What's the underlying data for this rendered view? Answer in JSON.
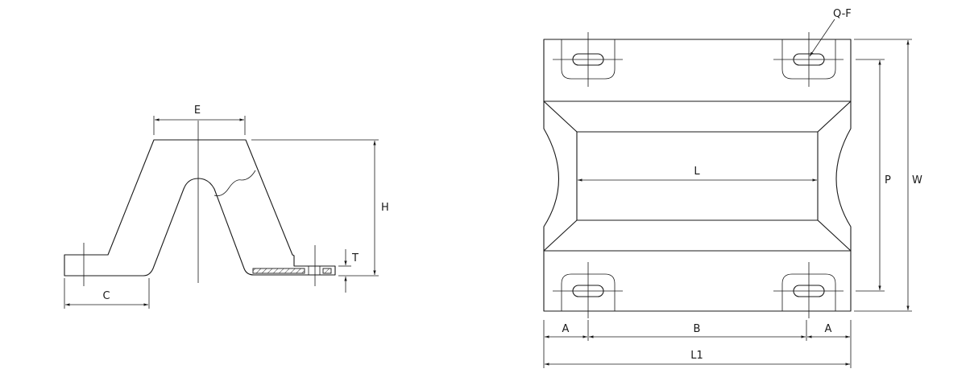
{
  "side_view": {
    "labels": {
      "E": "E",
      "H": "H",
      "T": "T",
      "C": "C"
    }
  },
  "front_view": {
    "labels": {
      "Q_F": "Q-F",
      "L": "L",
      "P": "P",
      "W": "W",
      "A_left": "A",
      "B": "B",
      "A_right": "A",
      "L1": "L1"
    }
  }
}
